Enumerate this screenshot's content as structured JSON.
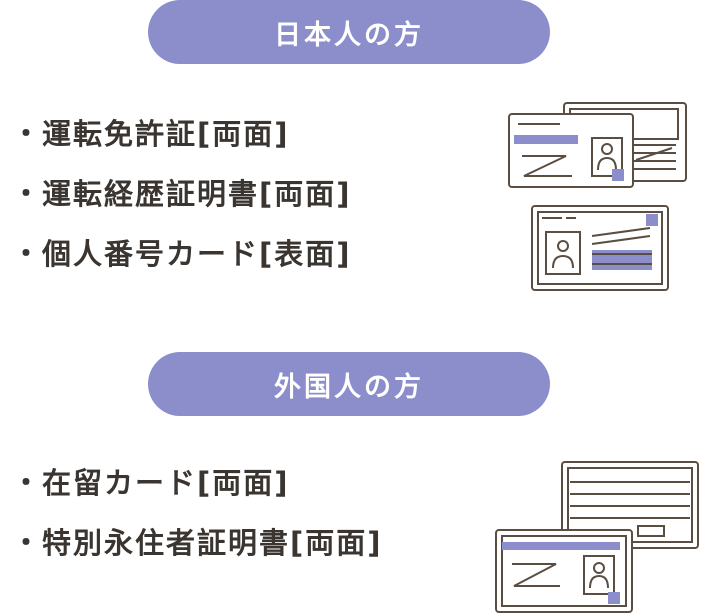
{
  "japanese_section": {
    "heading": "日本人の方",
    "items": [
      {
        "bullet": "・",
        "text": "運転免許証[両面]"
      },
      {
        "bullet": "・",
        "text": "運転経歴証明書[両面]"
      },
      {
        "bullet": "・",
        "text": "個人番号カード[表面]"
      }
    ]
  },
  "foreign_section": {
    "heading": "外国人の方",
    "items": [
      {
        "bullet": "・",
        "text": "在留カード[両面]"
      },
      {
        "bullet": "・",
        "text": "特別永住者証明書[両面]"
      }
    ]
  },
  "colors": {
    "accent": "#8b8ecb",
    "line": "#5a4e42",
    "text": "#3a3530"
  }
}
